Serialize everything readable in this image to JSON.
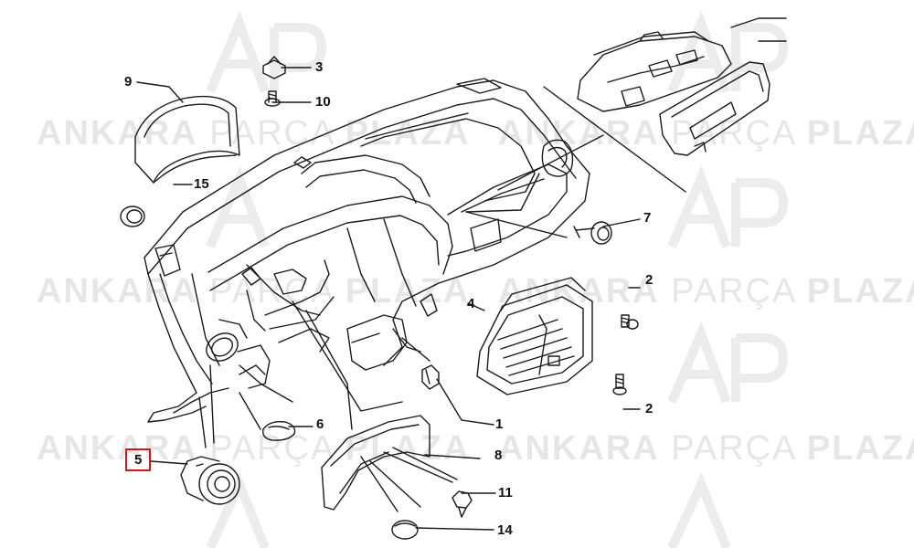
{
  "watermark": {
    "brand_strong_1": "ANKARA",
    "brand_light": "PARÇA",
    "brand_strong_2": "PLAZA",
    "logo_letters": "AP"
  },
  "callouts": [
    {
      "id": "c9",
      "label": "9",
      "selected": false
    },
    {
      "id": "c3",
      "label": "3",
      "selected": false
    },
    {
      "id": "c10",
      "label": "10",
      "selected": false
    },
    {
      "id": "c15",
      "label": "15",
      "selected": false
    },
    {
      "id": "c7",
      "label": "7",
      "selected": false
    },
    {
      "id": "c2a",
      "label": "2",
      "selected": false
    },
    {
      "id": "c4",
      "label": "4",
      "selected": false
    },
    {
      "id": "c2b",
      "label": "2",
      "selected": false
    },
    {
      "id": "c6",
      "label": "6",
      "selected": false
    },
    {
      "id": "c1",
      "label": "1",
      "selected": false
    },
    {
      "id": "c5",
      "label": "5",
      "selected": true
    },
    {
      "id": "c8",
      "label": "8",
      "selected": false
    },
    {
      "id": "c11",
      "label": "11",
      "selected": false
    },
    {
      "id": "c14",
      "label": "14",
      "selected": false
    }
  ],
  "colors": {
    "line": "#1a1a1a",
    "highlight": "#d0161b",
    "watermark": "#e6e6e6"
  }
}
